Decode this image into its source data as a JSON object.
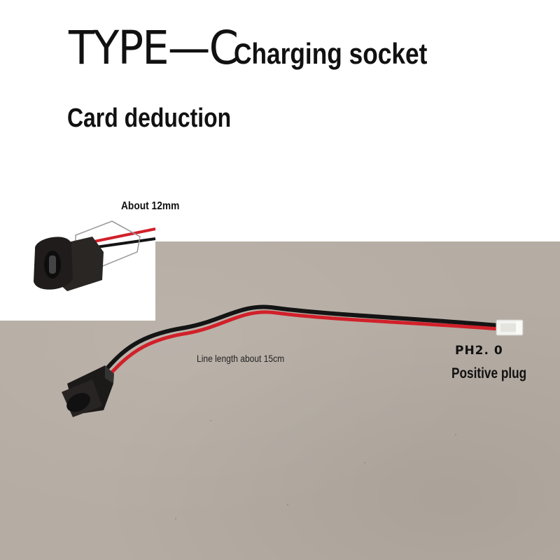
{
  "header": {
    "title": "TYPE—C",
    "title_suffix": "Charging socket",
    "subtitle": "Card deduction"
  },
  "annotations": {
    "inset_dimension": "About 12mm",
    "cable_length": "Line length about 15cm",
    "plug_model": "PH2. 0",
    "plug_type": "Positive plug"
  },
  "colors": {
    "cardboard": "#b5aca3",
    "wire_red": "#d1202a",
    "wire_black": "#141414",
    "connector_white": "#f2f2f0",
    "socket_black": "#1c1a19"
  }
}
